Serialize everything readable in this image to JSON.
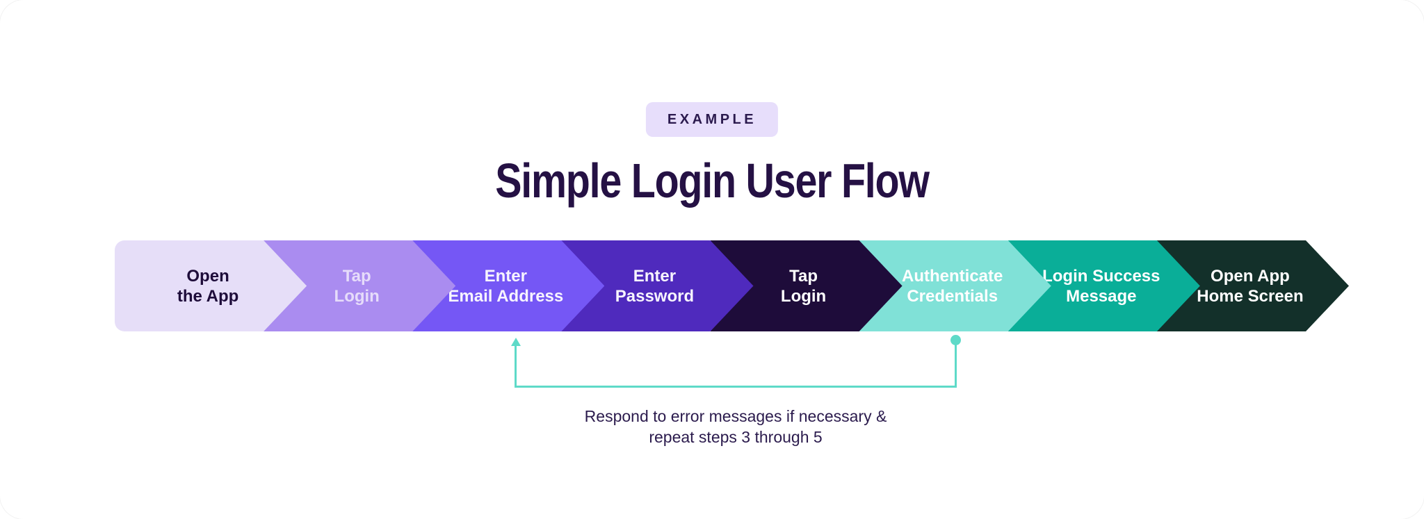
{
  "badge": {
    "label": "EXAMPLE",
    "bg": "#e7defb",
    "text_color": "#2b1a4e"
  },
  "title": {
    "text": "Simple Login User Flow",
    "color": "#251144"
  },
  "flow": {
    "steps": [
      {
        "name": "open-the-app",
        "line1": "Open",
        "line2": "the App",
        "bg": "#e6def8",
        "text_color": "#1e0c3a"
      },
      {
        "name": "tap-login",
        "line1": "Tap",
        "line2": "Login",
        "bg": "#aa8cf0",
        "text_color": "#e6dcfa"
      },
      {
        "name": "enter-email-address",
        "line1": "Enter",
        "line2": "Email Address",
        "bg": "#7557f5",
        "text_color": "#f7f4fe"
      },
      {
        "name": "enter-password",
        "line1": "Enter",
        "line2": "Password",
        "bg": "#4f2abd",
        "text_color": "#f7f4fe"
      },
      {
        "name": "tap-login-2",
        "line1": "Tap",
        "line2": "Login",
        "bg": "#1e0c3a",
        "text_color": "#ffffff"
      },
      {
        "name": "authenticate-credentials",
        "line1": "Authenticate",
        "line2": "Credentials",
        "bg": "#80e1d7",
        "text_color": "#ffffff"
      },
      {
        "name": "login-success-message",
        "line1": "Login Success",
        "line2": "Message",
        "bg": "#0aae98",
        "text_color": "#ffffff"
      },
      {
        "name": "open-app-home-screen",
        "line1": "Open App",
        "line2": "Home Screen",
        "bg": "#13302a",
        "text_color": "#ffffff"
      }
    ]
  },
  "loop": {
    "line_color": "#5edac8",
    "note_line1": "Respond to error messages if necessary &",
    "note_line2": "repeat steps 3 through 5",
    "note_color": "#2b1b4d"
  }
}
